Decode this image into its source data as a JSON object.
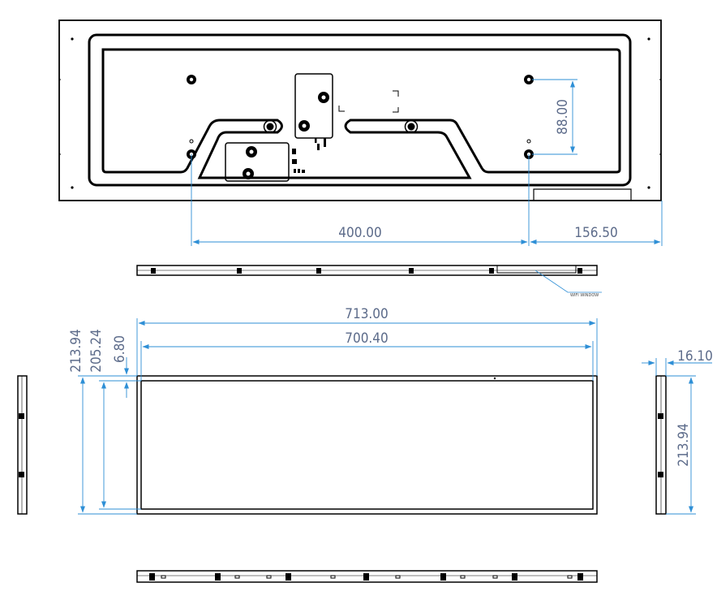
{
  "dimensions": {
    "top_spacing": "400.00",
    "top_offset": "156.50",
    "top_vertical": "88.00",
    "front_overall_width": "713.00",
    "front_inner_width": "700.40",
    "front_overall_height": "213.94",
    "front_inner_height": "205.24",
    "front_bezel": "6.80",
    "side_depth": "16.10",
    "side_height": "213.94"
  },
  "notes": {
    "wifi_window": "WIFI WINDOW"
  },
  "colors": {
    "outline": "#000000",
    "dimension_line": "#2e8fd6",
    "dimension_text": "#5c6b8a"
  }
}
